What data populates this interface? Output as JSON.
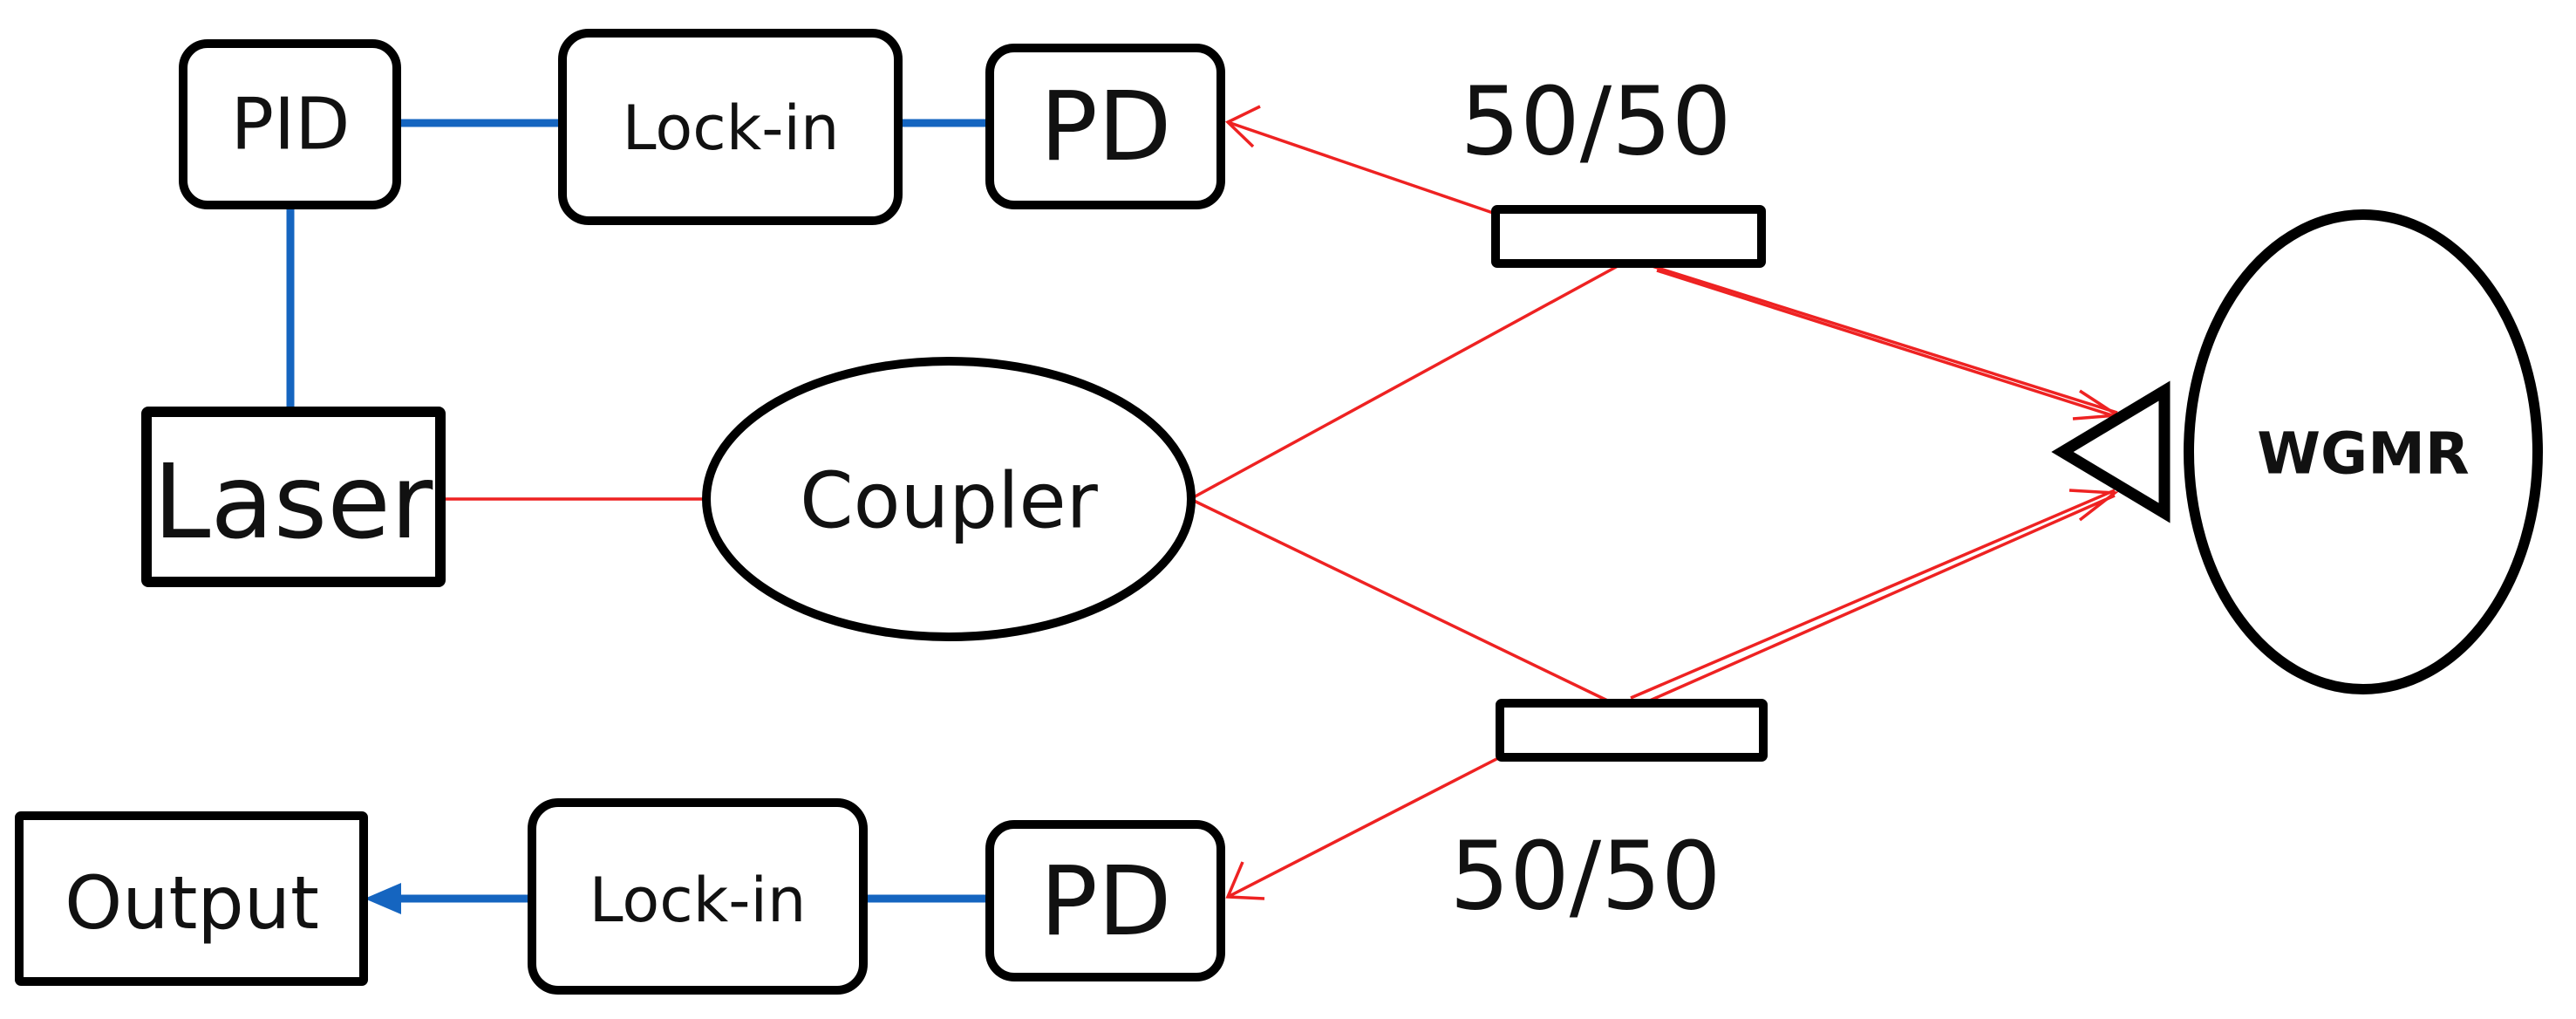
{
  "blocks": {
    "pid": "PID",
    "lockin_top": "Lock-in",
    "pd_top": "PD",
    "laser": "Laser",
    "coupler": "Coupler",
    "splitter_top": "50/50",
    "splitter_bottom": "50/50",
    "wgmr": "WGMR",
    "output": "Output",
    "lockin_bottom": "Lock-in",
    "pd_bottom": "PD"
  },
  "colors": {
    "electrical_wire": "#1565C0",
    "optical_beam": "#ee2222",
    "outline": "#000000"
  }
}
